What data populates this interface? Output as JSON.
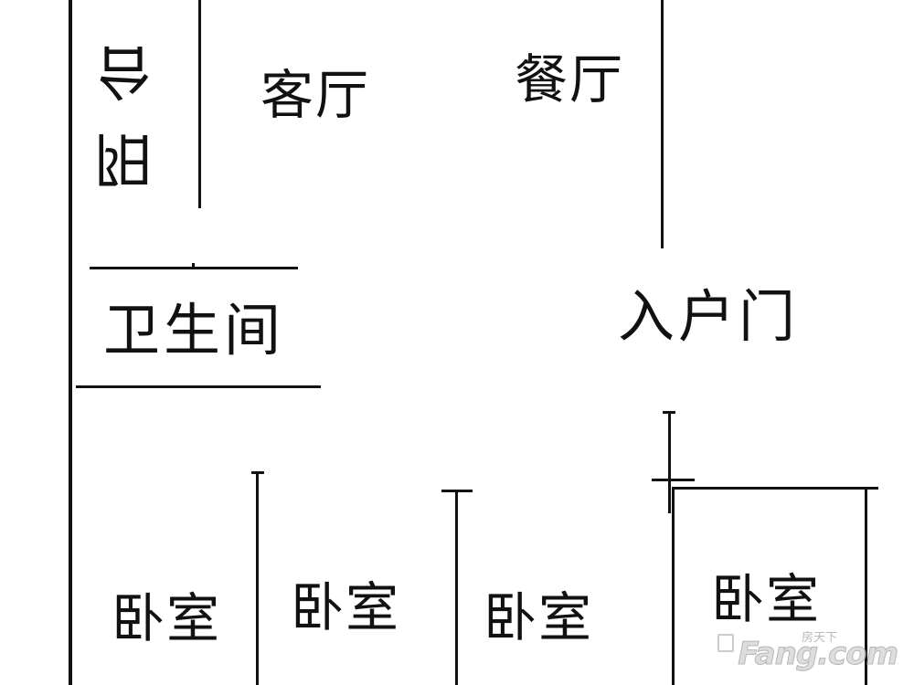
{
  "rooms": {
    "balcony": [
      "阳",
      "台"
    ],
    "living_room": "客厅",
    "dining_room": "餐厅",
    "bathroom": "卫生间",
    "entrance_door": "入户门",
    "bedroom_1": "卧室",
    "bedroom_2": "卧室",
    "bedroom_3": "卧室",
    "bedroom_4": "卧室"
  },
  "watermark": {
    "main": "Fang.com",
    "sub": "房天下"
  },
  "colors": {
    "wall": "#111111",
    "background": "#ffffff",
    "watermark": "#cfcfcf"
  }
}
